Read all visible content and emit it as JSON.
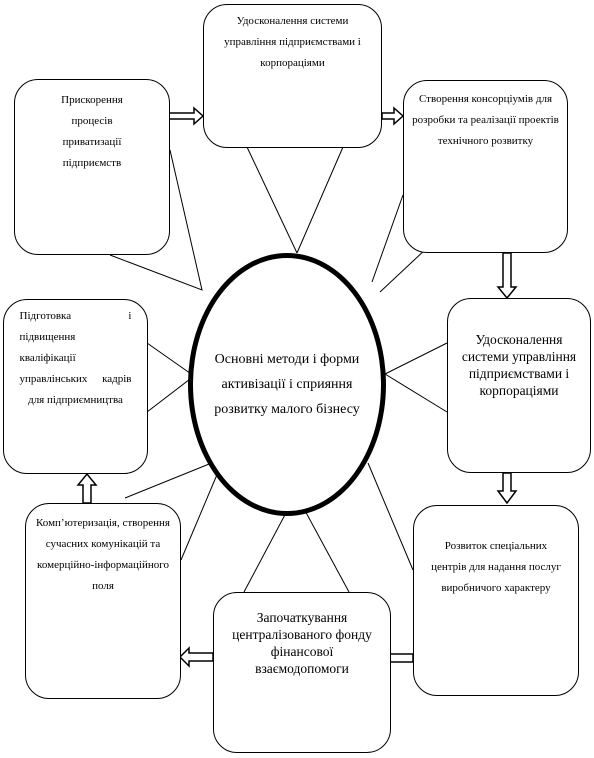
{
  "center": {
    "text": "Основні методи і форми активізації і сприяння розвитку малого бізнесу"
  },
  "boxes": {
    "top": "Удосконалення системи управління підприємствами і корпораціями",
    "top_left": "Прискорення процесів приватизації підприємств",
    "top_right": "Створення консорціумів для розробки та реалізації проектів технічного розвитку",
    "left": "Підготовка і підвищення кваліфікації управлінських кадрів для підприємництва",
    "right": "Удосконалення системи управління підприємствами і корпораціями",
    "bottom_left": "Комп’ютеризація, створення сучасних комунікацій та комерційно-інформаційного поля",
    "bottom": "Започаткування централізованого фонду фінансової взаємодопомоги",
    "bottom_right": "Розвиток спеціальних центрів для надання послуг виробничого характеру"
  },
  "colors": {
    "stroke": "#000000",
    "fill": "#ffffff"
  }
}
